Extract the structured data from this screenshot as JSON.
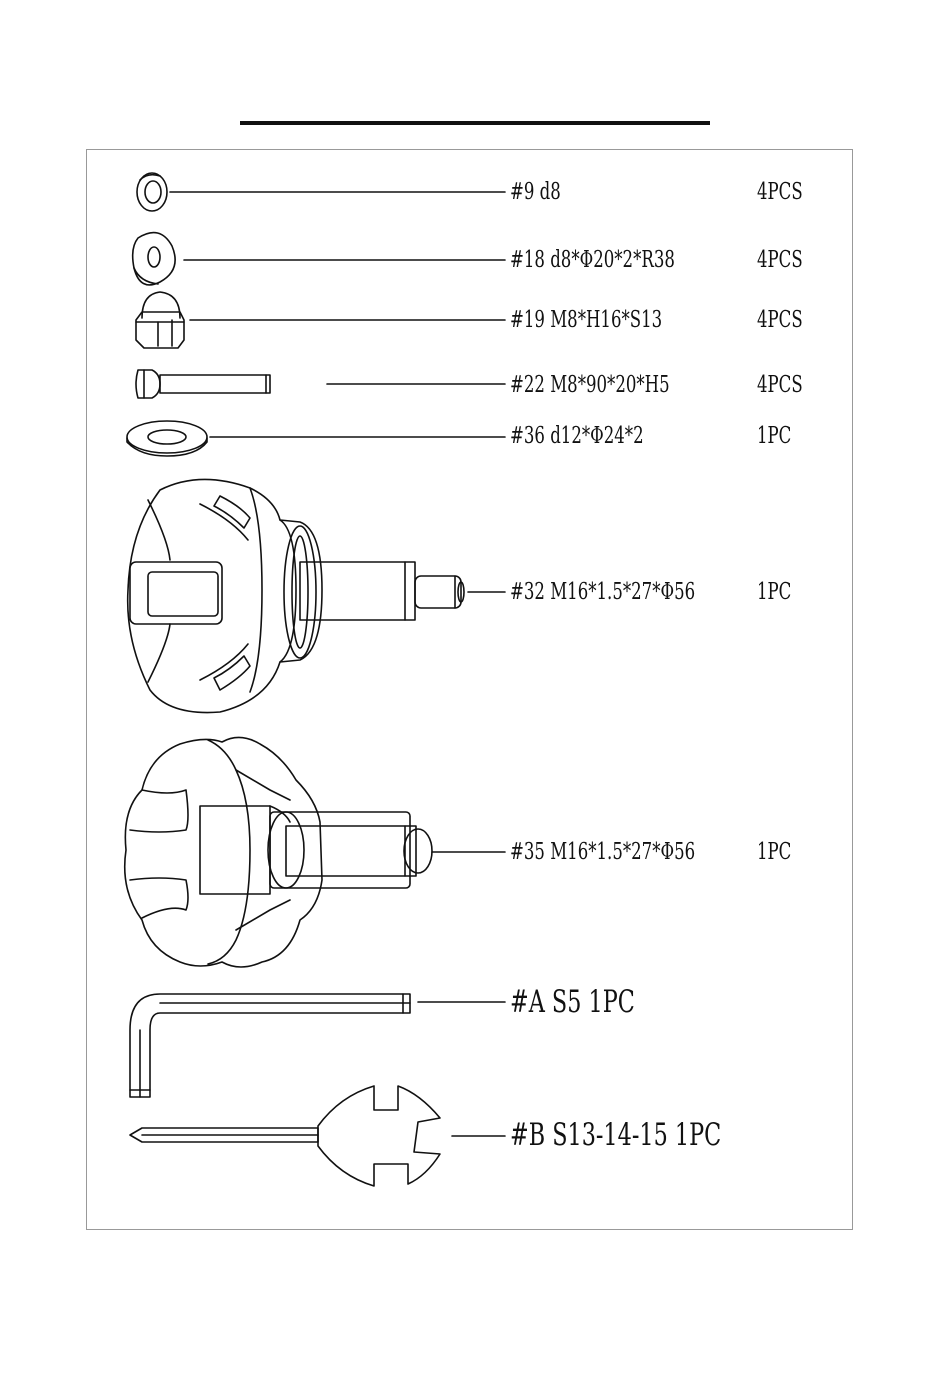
{
  "parts": [
    {
      "code": "#9 d8",
      "qty": "4PCS",
      "icon": "spring-washer-icon"
    },
    {
      "code": "#18 d8*Φ20*2*R38",
      "qty": "4PCS",
      "icon": "curved-washer-icon"
    },
    {
      "code": "#19 M8*H16*S13",
      "qty": "4PCS",
      "icon": "cap-nut-icon"
    },
    {
      "code": "#22 M8*90*20*H5",
      "qty": "4PCS",
      "icon": "bolt-icon"
    },
    {
      "code": "#36 d12*Φ24*2",
      "qty": "1PC",
      "icon": "flat-washer-icon"
    },
    {
      "code": "#32 M16*1.5*27*Φ56",
      "qty": "1PC",
      "icon": "round-knob-icon"
    },
    {
      "code": "#35 M16*1.5*27*Φ56",
      "qty": "1PC",
      "icon": "star-knob-icon"
    }
  ],
  "tools": [
    {
      "code": "#A  S5 1PC",
      "icon": "allen-key-icon"
    },
    {
      "code": "#B  S13-14-15 1PC",
      "icon": "wrench-screwdriver-icon"
    }
  ]
}
